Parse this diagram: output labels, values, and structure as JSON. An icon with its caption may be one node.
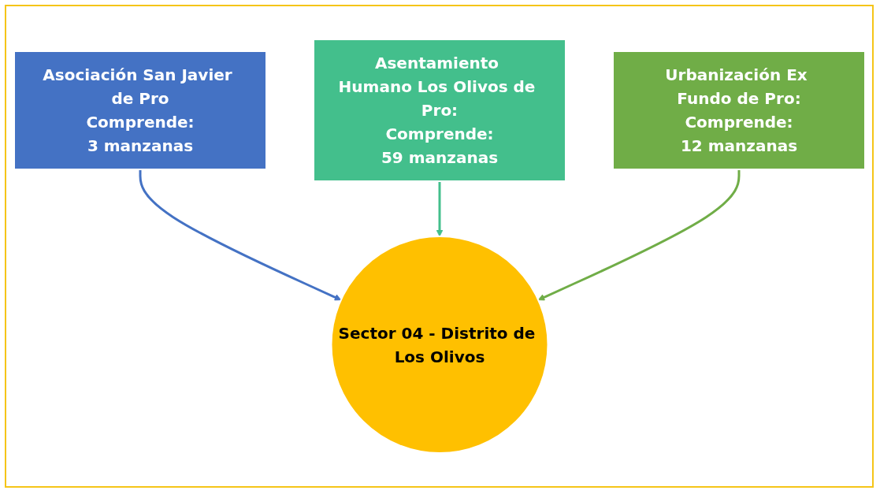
{
  "diagram": {
    "nodes": [
      {
        "text": [
          "Asociación San Javier de Pro",
          "Comprende:",
          "3 manzanas"
        ]
      },
      {
        "text": [
          "Asentamiento Humano Los Olivos de Pro:",
          "Comprende:",
          "59 manzanas"
        ]
      },
      {
        "text": [
          "Urbanización Ex Fundo de Pro:",
          "Comprende:",
          "12 manzanas"
        ]
      },
      {
        "text": [
          "Sector 04 - Distrito de Los Olivos"
        ]
      }
    ],
    "edges": [
      {
        "from": 0,
        "to": 3,
        "arrow": "to",
        "color": "#4472c4"
      },
      {
        "from": 1,
        "to": 3,
        "arrow": "to",
        "color": "#43bf8c"
      },
      {
        "from": 2,
        "to": 3,
        "arrow": "to",
        "color": "#70ad47"
      }
    ]
  }
}
